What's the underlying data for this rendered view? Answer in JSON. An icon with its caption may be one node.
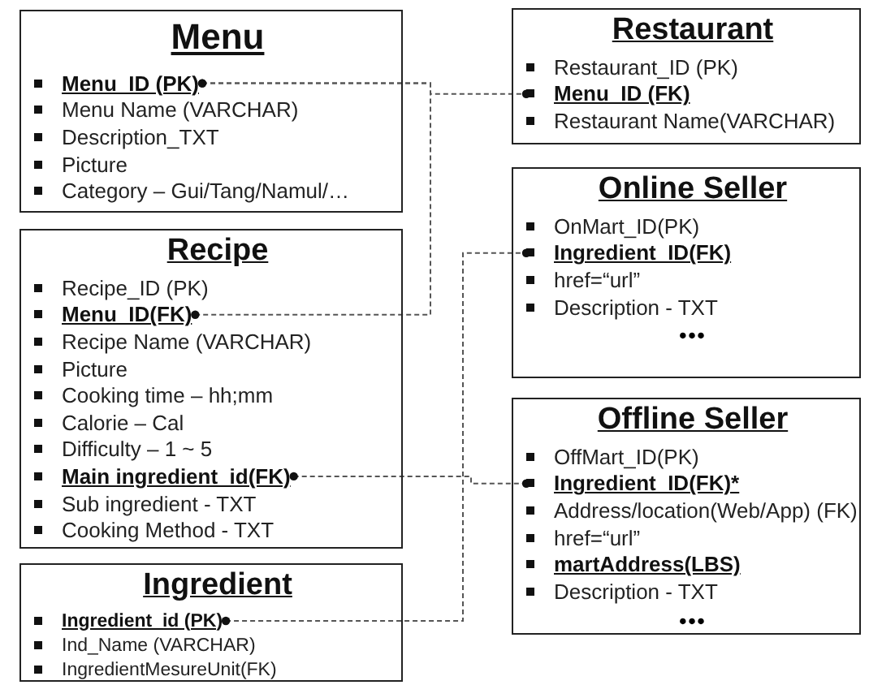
{
  "diagram": {
    "nodes": [
      {
        "text": [
          "Menu"
        ]
      },
      {
        "text": [
          "Menu_ID (PK)"
        ],
        "in": 0
      },
      {
        "text": [
          "Menu Name (VARCHAR)"
        ],
        "in": 0
      },
      {
        "text": [
          "Description_TXT"
        ],
        "in": 0
      },
      {
        "text": [
          "Picture"
        ],
        "in": 0
      },
      {
        "text": [
          "Category – Gui/Tang/Namul/…"
        ],
        "in": 0
      },
      {
        "text": [
          "Restaurant"
        ]
      },
      {
        "text": [
          "Restaurant_ID (PK)"
        ],
        "in": 6
      },
      {
        "text": [
          "Menu_ID (FK)"
        ],
        "in": 6
      },
      {
        "text": [
          "Restaurant Name(VARCHAR)"
        ],
        "in": 6
      },
      {
        "text": [
          "Recipe"
        ]
      },
      {
        "text": [
          "Recipe_ID (PK)"
        ],
        "in": 10
      },
      {
        "text": [
          "Menu_ID(FK)"
        ],
        "in": 10
      },
      {
        "text": [
          "Recipe Name (VARCHAR)"
        ],
        "in": 10
      },
      {
        "text": [
          "Picture"
        ],
        "in": 10
      },
      {
        "text": [
          "Cooking time – hh;mm"
        ],
        "in": 10
      },
      {
        "text": [
          "Calorie – Cal"
        ],
        "in": 10
      },
      {
        "text": [
          "Difficulty – 1 ~ 5"
        ],
        "in": 10
      },
      {
        "text": [
          "Main ingredient_id(FK)"
        ],
        "in": 10
      },
      {
        "text": [
          "Sub ingredient - TXT"
        ],
        "in": 10
      },
      {
        "text": [
          "Cooking Method - TXT"
        ],
        "in": 10
      },
      {
        "text": [
          "Online Seller",
          "•••"
        ]
      },
      {
        "text": [
          "OnMart_ID(PK)"
        ],
        "in": 21
      },
      {
        "text": [
          "Ingredient_ID(FK)"
        ],
        "in": 21
      },
      {
        "text": [
          "href=“url”"
        ],
        "in": 21
      },
      {
        "text": [
          "Description - TXT"
        ],
        "in": 21
      },
      {
        "text": [
          "Offline Seller",
          "•••"
        ]
      },
      {
        "text": [
          "OffMart_ID(PK)"
        ],
        "in": 26
      },
      {
        "text": [
          "Ingredient_ID(FK)*"
        ],
        "in": 26
      },
      {
        "text": [
          "Address/location(Web/App) (FK)"
        ],
        "in": 26
      },
      {
        "text": [
          "href=“url”"
        ],
        "in": 26
      },
      {
        "text": [
          "martAddress(LBS)"
        ],
        "in": 26
      },
      {
        "text": [
          "Description - TXT"
        ],
        "in": 26
      },
      {
        "text": [
          "Ingredient"
        ]
      },
      {
        "text": [
          "Ingredient_id (PK)"
        ],
        "in": 33
      },
      {
        "text": [
          "Ind_Name (VARCHAR)"
        ],
        "in": 33
      },
      {
        "text": [
          "IngredientMesureUnit(FK)"
        ],
        "in": 33
      }
    ],
    "edges": [
      {
        "from": 1,
        "to": 8,
        "arrow": "other",
        "style": "dashed"
      },
      {
        "from": 1,
        "to": 12,
        "arrow": "other",
        "style": "dashed"
      },
      {
        "from": 34,
        "to": 23,
        "arrow": "other",
        "style": "dashed"
      },
      {
        "from": 18,
        "to": 28,
        "arrow": "other",
        "style": "dashed"
      }
    ]
  }
}
